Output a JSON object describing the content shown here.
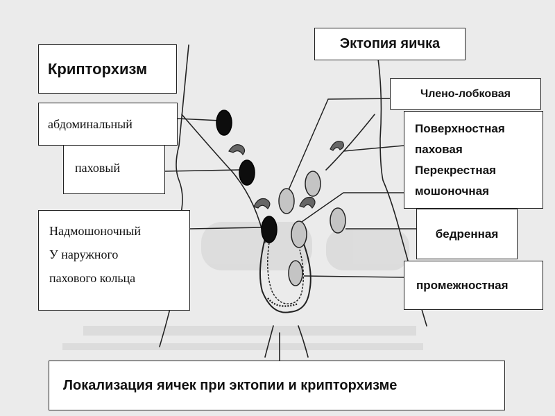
{
  "cryptorchidism": {
    "title": "Крипторхизм",
    "abdominal": "абдоминальный",
    "inguinal": "паховый",
    "suprascrotal": [
      "Надмошоночный",
      "У наружного",
      "пахового кольца"
    ]
  },
  "ectopia": {
    "title": "Эктопия яичка",
    "penopubic": "Члено-лобковая",
    "combined": [
      "Поверхностная",
      "паховая",
      "Перекрестная",
      "мошоночная"
    ],
    "femoral": "бедренная",
    "perineal": "промежностная"
  },
  "caption": "Локализация яичек при  эктопии  и крипторхизме",
  "colors": {
    "background": "#ebebeb",
    "box_fill": "#ffffff",
    "line": "#222222",
    "retained_testis": "#0d0d0d",
    "ectopic_testis": "#c4c4c4"
  }
}
